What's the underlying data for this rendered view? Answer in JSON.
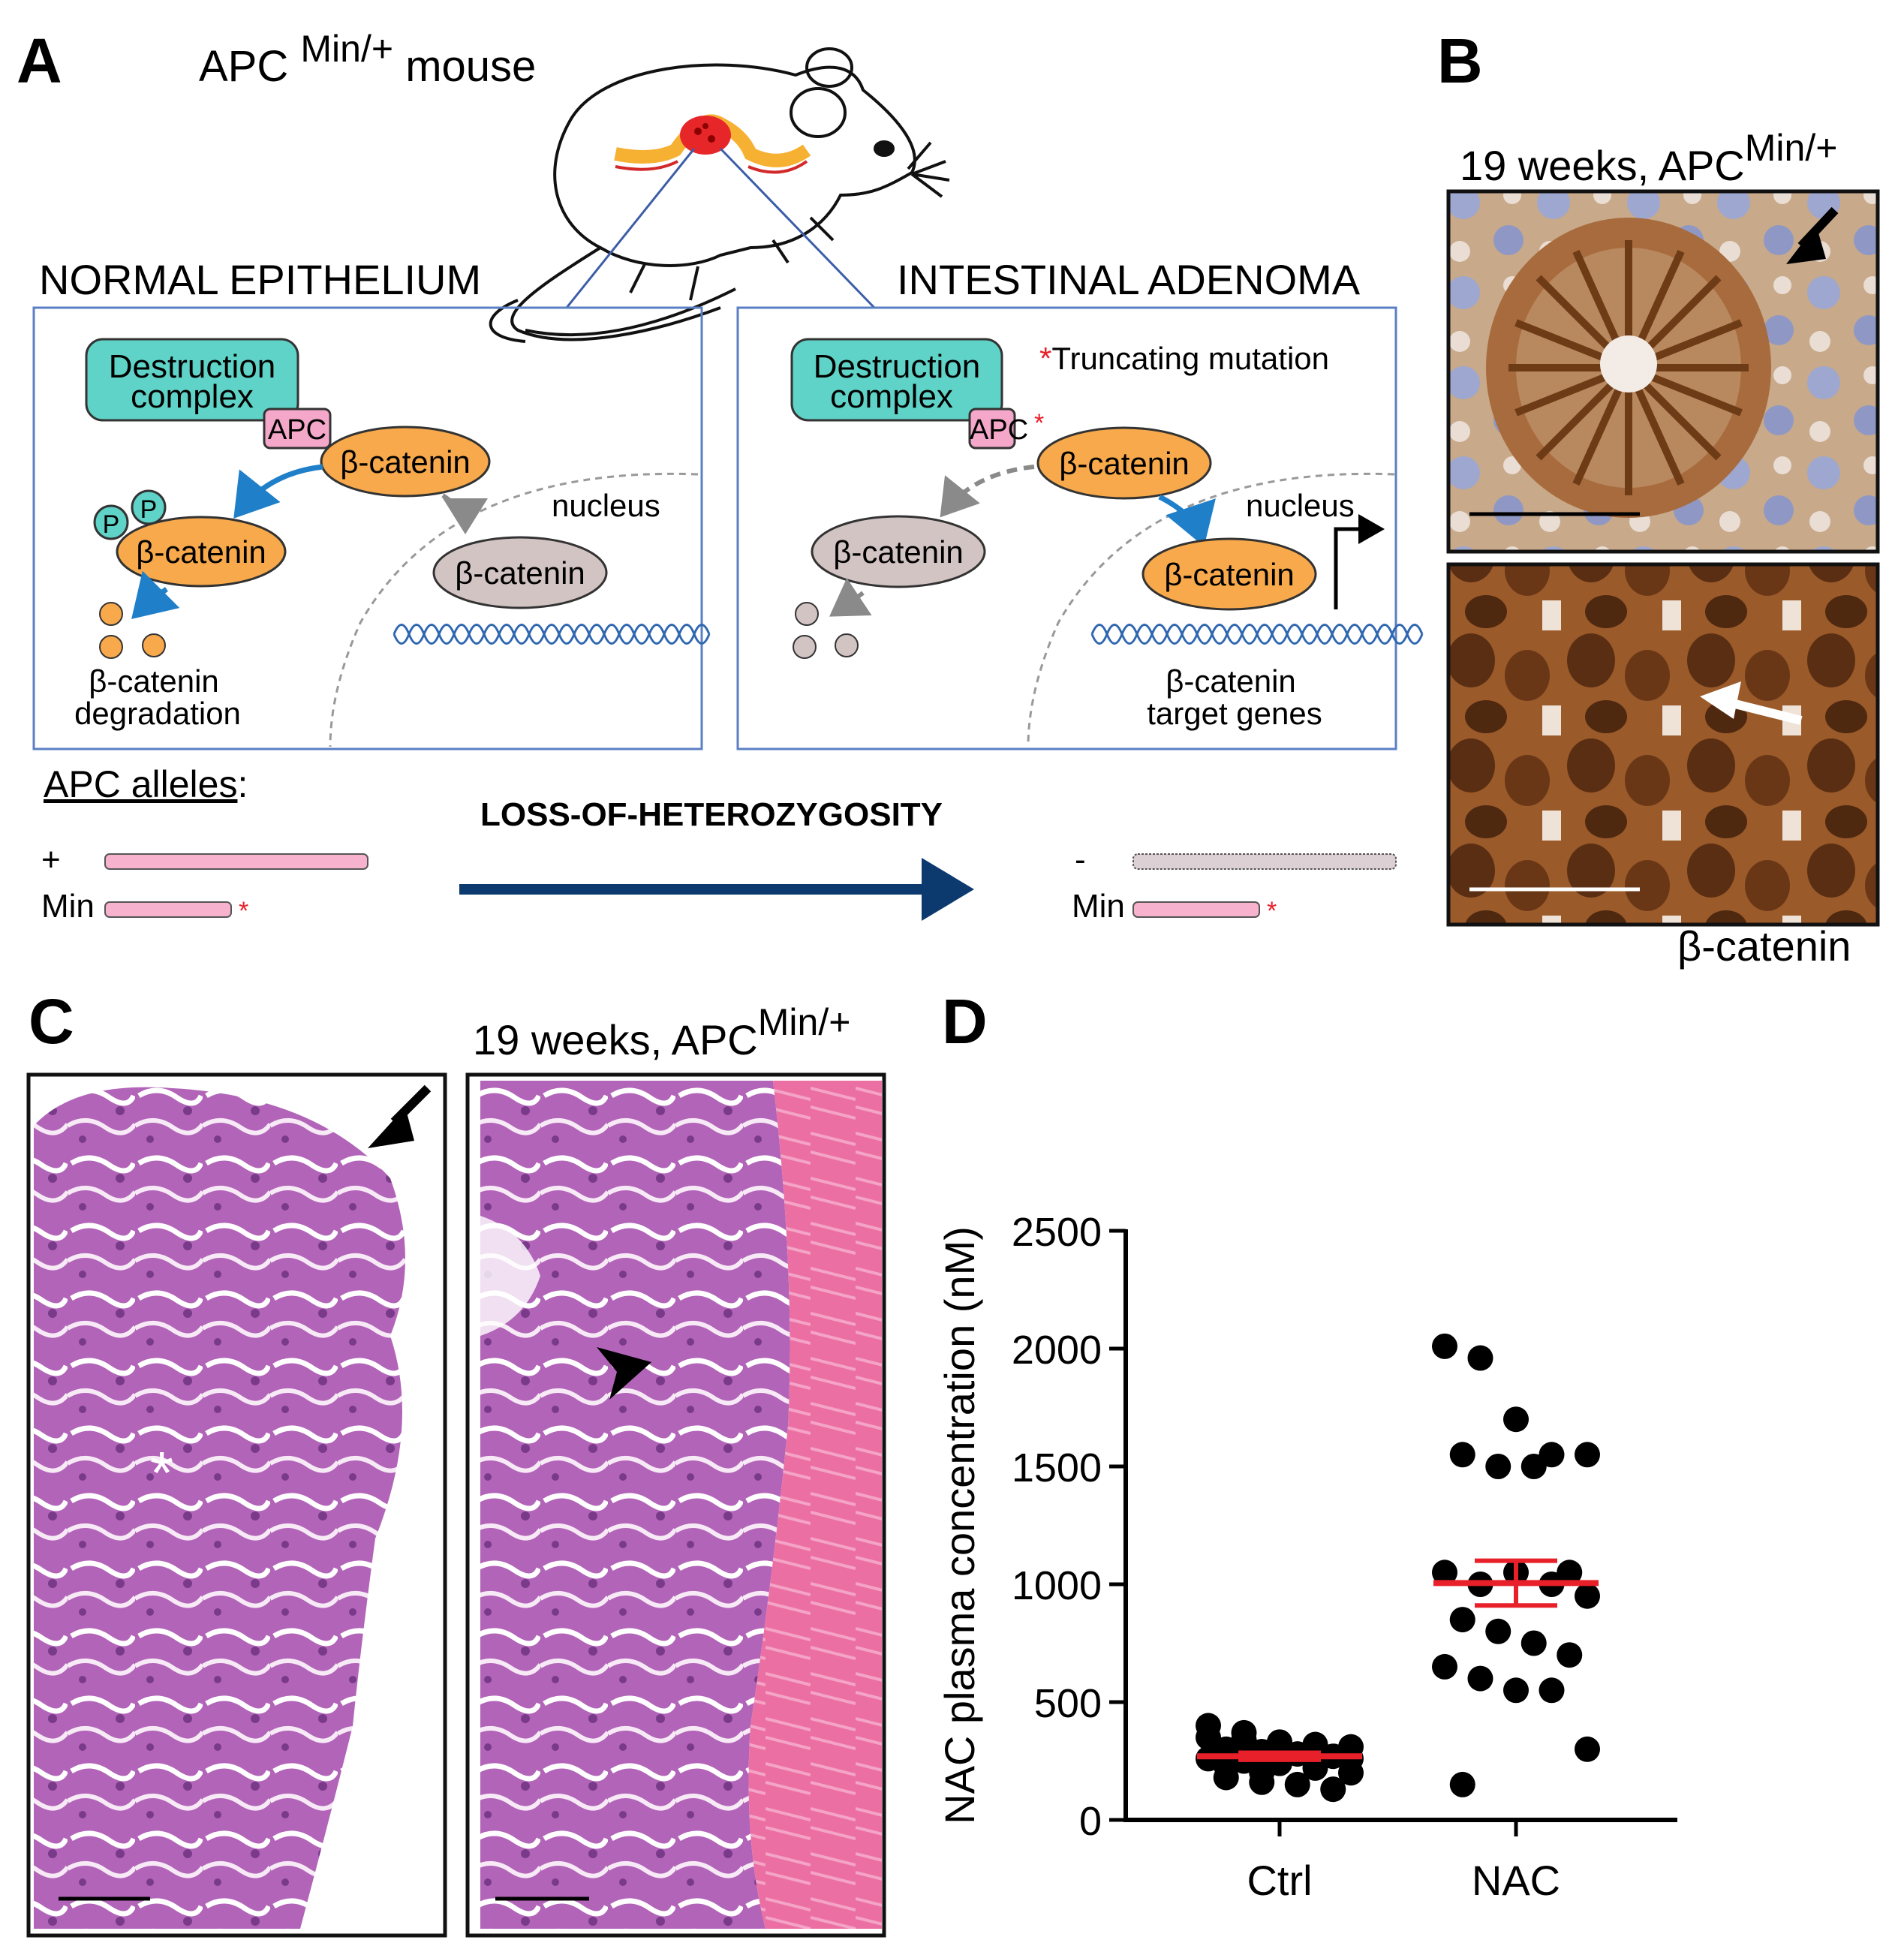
{
  "panel_labels": {
    "a": "A",
    "b": "B",
    "c": "C",
    "d": "D"
  },
  "panel_a": {
    "mouse_label_main": "APC",
    "mouse_label_sup": "Min/+",
    "mouse_label_tail": " mouse",
    "normal_title": "NORMAL EPITHELIUM",
    "adenoma_title": "INTESTINAL ADENOMA",
    "destruction_line1": "Destruction",
    "destruction_line2": "complex",
    "apc_label": "APC",
    "apc_star_label": "APC",
    "star": "*",
    "truncating_label": "Truncating mutation",
    "beta_catenin": "β-catenin",
    "phospho": "P",
    "nucleus": "nucleus",
    "degradation_line1": "β-catenin",
    "degradation_line2": "degradation",
    "target_line1": "β-catenin",
    "target_line2": "target genes",
    "apc_alleles": "APC alleles",
    "apc_alleles_colon": ":",
    "loh": "LOSS-OF-HETEROZYGOSITY",
    "allele_plus": "+",
    "allele_min": "Min",
    "allele_minus": "-",
    "colors": {
      "destruction": "#5fd3c7",
      "apc": "#f4a7c8",
      "beta_active": "#f7a94b",
      "beta_inactive": "#d3c4c4",
      "dna": "#2f67b0",
      "arrow_blue": "#1f7fc9",
      "box_border": "#5b7fc4",
      "loh_arrow": "#0d3a6e",
      "allele_pink": "#f7b3cd",
      "allele_grey": "#ddd0d4",
      "mutation_star": "#e8202a"
    }
  },
  "panel_b": {
    "title_main": "19 weeks, APC",
    "title_sup": "Min/+",
    "stain_label": "β-catenin"
  },
  "panel_c": {
    "title_main": "19 weeks, APC",
    "title_sup": "Min/+"
  },
  "panel_d": {
    "ylabel": "NAC plasma concentration (nM)",
    "chart_data": {
      "type": "scatter",
      "categories": [
        "Ctrl",
        "NAC"
      ],
      "ylim": [
        0,
        2500
      ],
      "yticks": [
        0,
        500,
        1000,
        1500,
        2000,
        2500
      ],
      "xlabel": "",
      "ylabel": "NAC plasma concentration (nM)",
      "grid": false,
      "series": [
        {
          "category": "Ctrl",
          "values": [
            350,
            340,
            330,
            320,
            310,
            300,
            290,
            280,
            270,
            260,
            250,
            240,
            220,
            200,
            180,
            160,
            150,
            130,
            400,
            370,
            330,
            290,
            260,
            230,
            200
          ],
          "mean": 270,
          "sem": 15
        },
        {
          "category": "NAC",
          "values": [
            2010,
            1960,
            1700,
            1550,
            1550,
            1550,
            1500,
            1500,
            1050,
            1050,
            1000,
            1050,
            1000,
            950,
            850,
            800,
            750,
            700,
            650,
            600,
            550,
            550,
            300,
            150
          ],
          "mean": 1005,
          "sem": 95
        }
      ],
      "colors": {
        "points": "#000000",
        "mean_bar": "#e8202a"
      }
    }
  }
}
